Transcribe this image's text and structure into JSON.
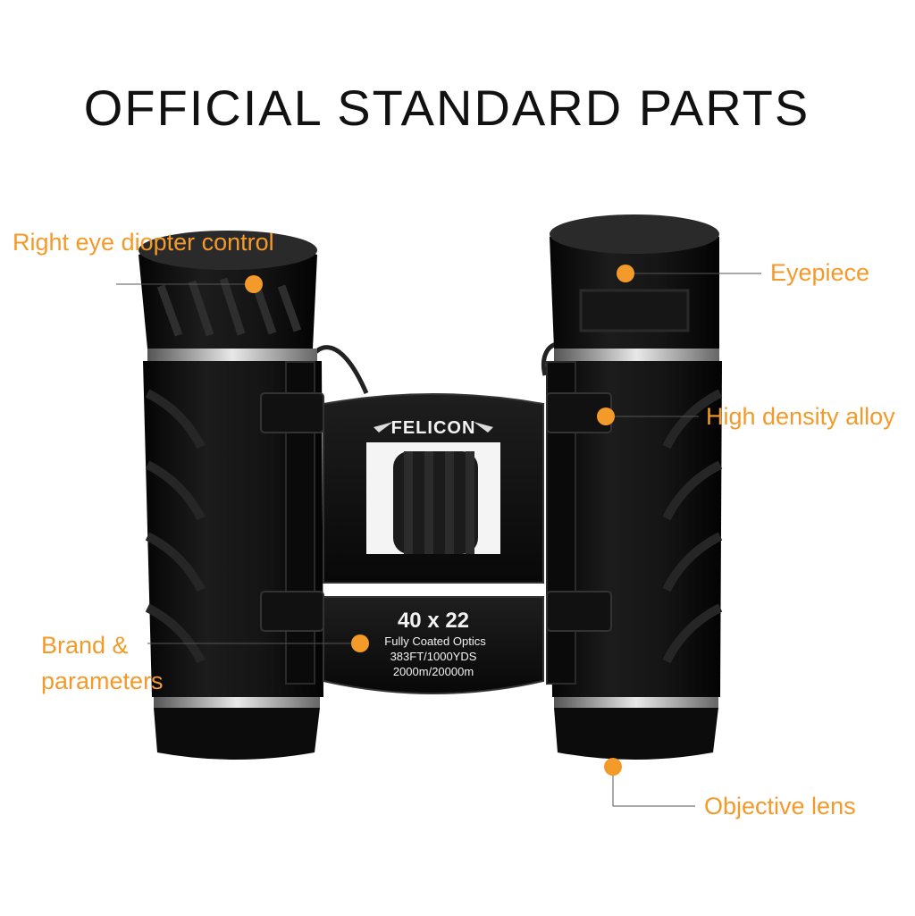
{
  "title": "OFFICIAL STANDARD PARTS",
  "accent_color": "#f39a2a",
  "brand": {
    "logo_text": "FELICON"
  },
  "callouts": [
    {
      "id": "diopter",
      "label": "Right eye diopter control"
    },
    {
      "id": "eyepiece",
      "label": "Eyepiece"
    },
    {
      "id": "alloy",
      "label": "High density alloy"
    },
    {
      "id": "brand",
      "label": "Brand & parameters"
    },
    {
      "id": "objective",
      "label": "Objective lens"
    }
  ],
  "product_marking": {
    "model": "40 x 22",
    "optics": "Fully Coated Optics",
    "field": "383FT/1000YDS",
    "range": "2000m/20000m"
  }
}
